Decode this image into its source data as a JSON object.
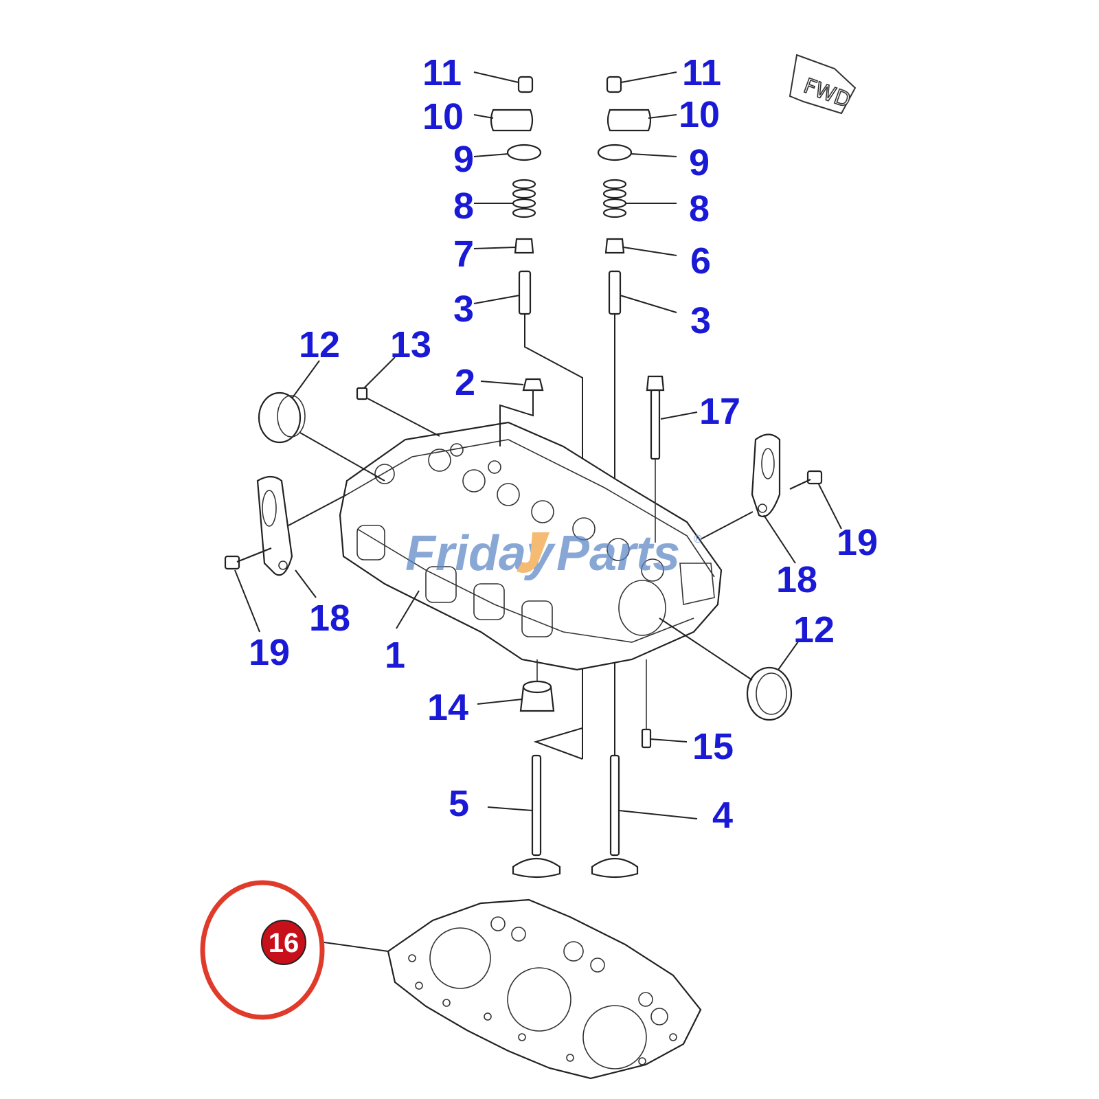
{
  "diagram": {
    "labels": [
      {
        "id": "label-11-left",
        "text": "11"
      },
      {
        "id": "label-11-right",
        "text": "11"
      },
      {
        "id": "label-10-left",
        "text": "10"
      },
      {
        "id": "label-10-right",
        "text": "10"
      },
      {
        "id": "label-9-left",
        "text": "9"
      },
      {
        "id": "label-9-right",
        "text": "9"
      },
      {
        "id": "label-8-left",
        "text": "8"
      },
      {
        "id": "label-8-right",
        "text": "8"
      },
      {
        "id": "label-7",
        "text": "7"
      },
      {
        "id": "label-6",
        "text": "6"
      },
      {
        "id": "label-3-left",
        "text": "3"
      },
      {
        "id": "label-3-right",
        "text": "3"
      },
      {
        "id": "label-12-top",
        "text": "12"
      },
      {
        "id": "label-13",
        "text": "13"
      },
      {
        "id": "label-2",
        "text": "2"
      },
      {
        "id": "label-17",
        "text": "17"
      },
      {
        "id": "label-19-right",
        "text": "19"
      },
      {
        "id": "label-18-right",
        "text": "18"
      },
      {
        "id": "label-12-bottom",
        "text": "12"
      },
      {
        "id": "label-18-left",
        "text": "18"
      },
      {
        "id": "label-19-left",
        "text": "19"
      },
      {
        "id": "label-1",
        "text": "1"
      },
      {
        "id": "label-14",
        "text": "14"
      },
      {
        "id": "label-15",
        "text": "15"
      },
      {
        "id": "label-5",
        "text": "5"
      },
      {
        "id": "label-4",
        "text": "4"
      }
    ],
    "highlight_callout": "16",
    "fwd_tag": "FWD",
    "colors": {
      "label": "#1a1ad6",
      "highlight_ring": "#e03a2a",
      "callout_fill": "#c8101a",
      "watermark_blue": "#5b86c4",
      "watermark_orange": "#f2a23c"
    }
  },
  "watermark": {
    "part1": "Friday",
    "part2": "Parts",
    "mark": "®"
  }
}
